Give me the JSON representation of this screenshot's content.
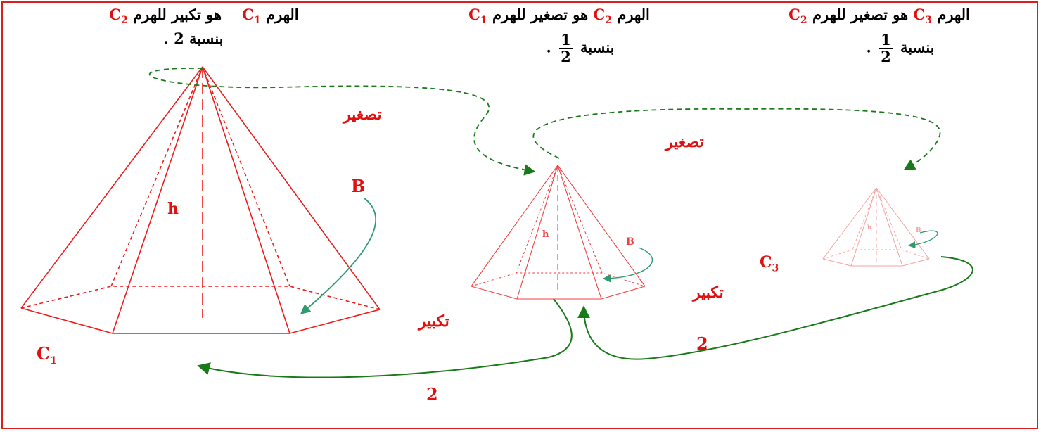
{
  "captions": {
    "c1": {
      "line1_part1": "الهرم",
      "c1": "C",
      "c1_sub": "1",
      "line1_part2": "هو تكبير للهرم",
      "c2": "C",
      "c2_sub": "2",
      "line2": "بنسبة",
      "ratio": "2",
      "dot": "."
    },
    "c2": {
      "line1_part1": "الهرم",
      "c2": "C",
      "c2_sub": "2",
      "line1_part2": "هو تصغير للهرم",
      "c1": "C",
      "c1_sub": "1",
      "line2": "بنسبة",
      "num": "1",
      "den": "2",
      "dot": "."
    },
    "c3": {
      "line1_part1": "الهرم",
      "c3": "C",
      "c3_sub": "3",
      "line1_part2": "هو تصغير للهرم",
      "c2": "C",
      "c2_sub": "2",
      "line2": "بنسبة",
      "num": "1",
      "den": "2",
      "dot": "."
    }
  },
  "labels": {
    "shrink": "تصغير",
    "enlarge": "تكبير",
    "ratio_2": "2",
    "h": "h",
    "B": "B",
    "C": "C",
    "sub1": "1",
    "sub3": "3"
  },
  "colors": {
    "frame": "#d91e1e",
    "pyramid_large": "#ee1c1c",
    "pyramid_medium": "#f04040",
    "pyramid_small": "#f6a0a0",
    "arrow_green": "#1a7a1a",
    "arrow_teal": "#2e9a6e",
    "text_red": "#e01010"
  }
}
